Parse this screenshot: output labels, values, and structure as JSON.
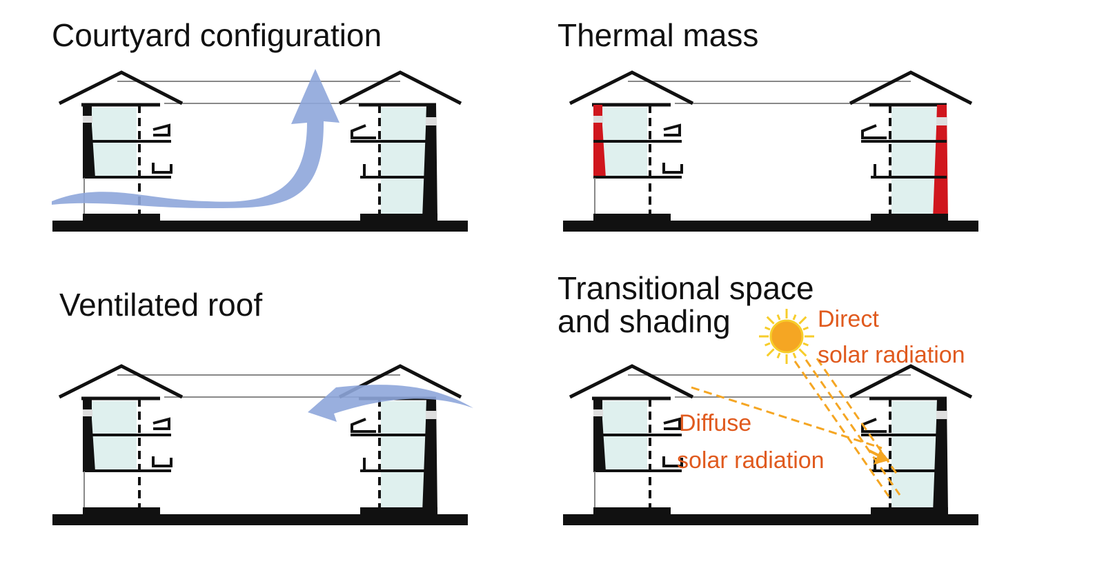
{
  "colors": {
    "ink": "#111111",
    "glass": "#dff0ee",
    "airflow": "#8ea6da",
    "thermal_mass": "#d0161d",
    "solar": "#e05a1e",
    "sun_core": "#f5a623",
    "sun_rays": "#f7cd2b"
  },
  "panels": {
    "courtyard": {
      "title": "Courtyard configuration",
      "icons": [
        "airflow-arrow-icon"
      ]
    },
    "thermal": {
      "title": "Thermal mass",
      "icons": [
        "thermal-mass-wall-icon"
      ]
    },
    "ventilated": {
      "title": "Ventilated roof",
      "icons": [
        "airflow-arrow-icon"
      ]
    },
    "transitional": {
      "title_line1": "Transitional space",
      "title_line2": "and shading",
      "direct_line1": "Direct",
      "direct_line2": "solar radiation",
      "diffuse_line1": "Diffuse",
      "diffuse_line2": "solar radiation",
      "icons": [
        "sun-icon",
        "direct-radiation-rays-icon",
        "diffuse-radiation-ray-icon"
      ]
    }
  }
}
